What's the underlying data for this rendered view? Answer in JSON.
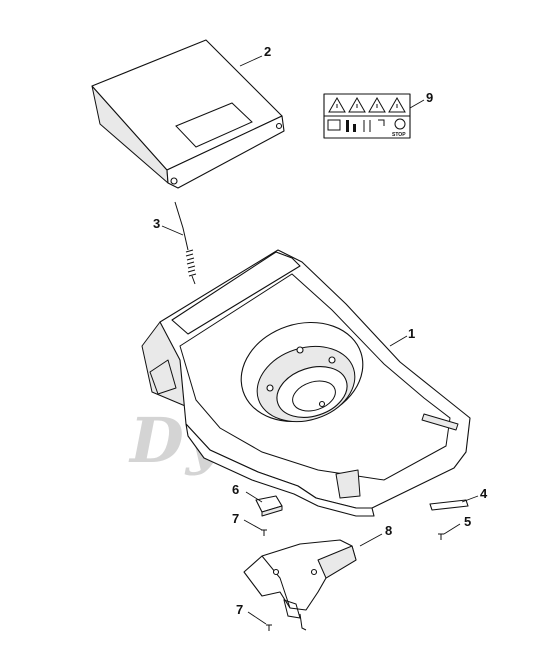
{
  "watermark": {
    "text": "DyadkO",
    "registered": "®"
  },
  "callouts": [
    {
      "id": "c1",
      "label": "1"
    },
    {
      "id": "c2",
      "label": "2"
    },
    {
      "id": "c3",
      "label": "3"
    },
    {
      "id": "c4",
      "label": "4"
    },
    {
      "id": "c5",
      "label": "5"
    },
    {
      "id": "c6",
      "label": "6"
    },
    {
      "id": "c7a",
      "label": "7"
    },
    {
      "id": "c7b",
      "label": "7"
    },
    {
      "id": "c8",
      "label": "8"
    },
    {
      "id": "c9",
      "label": "9"
    }
  ],
  "decal": {
    "stop_text": "STOP"
  }
}
